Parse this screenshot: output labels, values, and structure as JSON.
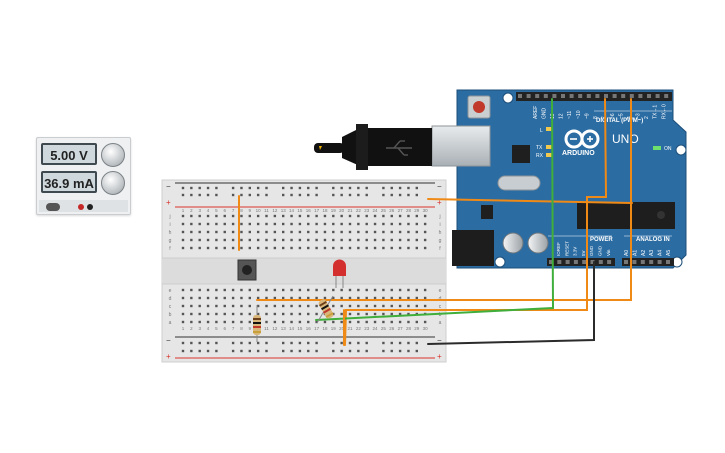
{
  "power_supply": {
    "voltage_display": "5.00 V",
    "current_display": "36.9 mA"
  },
  "arduino": {
    "logo_text": "ARDUINO",
    "model_text": "UNO",
    "digital_label": "DIGITAL (PWM~)",
    "power_label": "POWER",
    "analog_label": "ANALOG IN",
    "on_label": "ON",
    "l_label": "L",
    "tx_label": "TX",
    "rx_label": "RX",
    "top_pins": [
      "AREF",
      "GND",
      "13",
      "12",
      "~11",
      "~10",
      "~9",
      "8",
      "7",
      "~6",
      "~5",
      "4",
      "~3",
      "2",
      "TX→1",
      "RX←0"
    ],
    "power_pins": [
      "IOREF",
      "RESET",
      "3.3V",
      "5V",
      "GND",
      "GND",
      "Vin"
    ],
    "analog_pins": [
      "A0",
      "A1",
      "A2",
      "A3",
      "A4",
      "A5"
    ]
  },
  "breadboard": {
    "column_numbers": [
      "1",
      "2",
      "3",
      "4",
      "5",
      "6",
      "7",
      "8",
      "9",
      "10",
      "11",
      "12",
      "13",
      "14",
      "15",
      "16",
      "17",
      "18",
      "19",
      "20",
      "21",
      "22",
      "23",
      "24",
      "25",
      "26",
      "27",
      "28",
      "29",
      "30"
    ],
    "row_letters_top": [
      "j",
      "i",
      "h",
      "g",
      "f"
    ],
    "row_letters_bottom": [
      "e",
      "d",
      "c",
      "b",
      "a"
    ],
    "rail_minus": "−",
    "rail_plus": "+"
  },
  "colors": {
    "arduino_board": "#2b6ca3",
    "wire_orange": "#f08a16",
    "wire_green": "#3fae3a",
    "wire_black": "#2b2b2b",
    "rail_red": "#d9322c",
    "rail_blue": "#333333"
  }
}
